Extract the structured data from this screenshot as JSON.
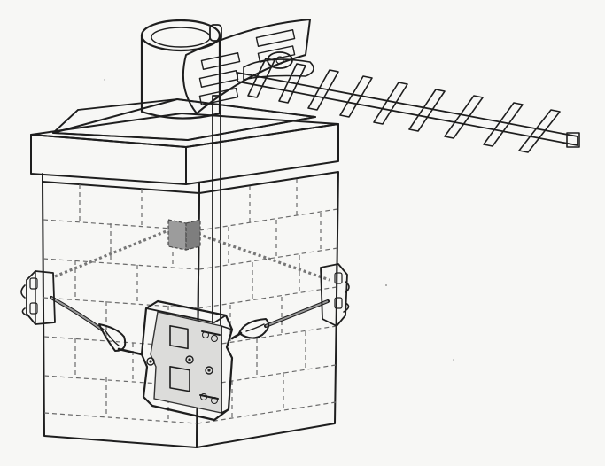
{
  "diagram": {
    "kind": "line-illustration",
    "subject": [
      "chimney",
      "yagi-antenna",
      "mast",
      "wall-bracket",
      "lashing-wire",
      "corner-plates"
    ],
    "colors": {
      "ink": "#1e1e1e",
      "paper": "#f7f7f5",
      "shade": "#bdbdbd",
      "dark-shade": "#8e8e8e"
    },
    "labels": []
  }
}
